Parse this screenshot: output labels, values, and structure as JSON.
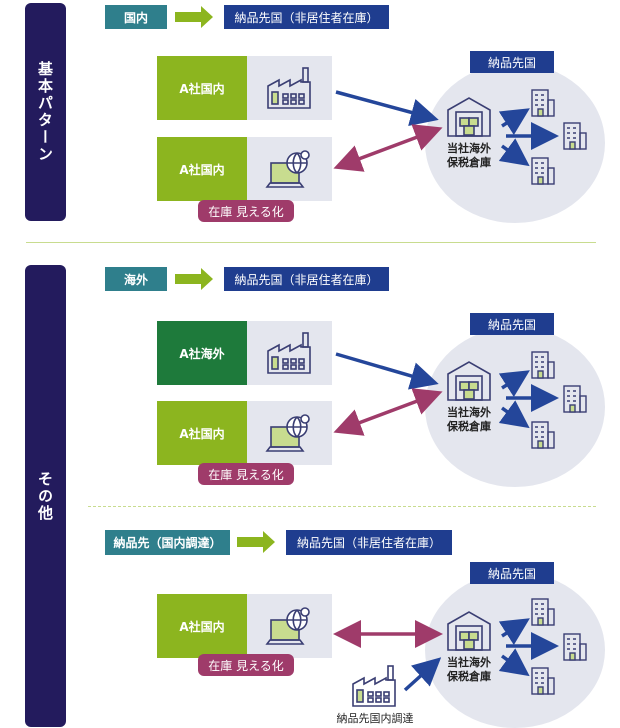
{
  "side_labels": {
    "basic": "基本パターン",
    "other": "その他"
  },
  "section1": {
    "from_label": "国内",
    "to_label": "納品先国（非居住者在庫）",
    "company_top": "A社国内",
    "company_bottom": "A社国内",
    "inventory_label": "在庫 見える化",
    "dest_label": "納品先国",
    "warehouse_label": "当社海外\n保税倉庫"
  },
  "section2": {
    "from_label": "海外",
    "to_label": "納品先国（非居住者在庫）",
    "company_top": "A社海外",
    "company_bottom": "A社国内",
    "inventory_label": "在庫 見える化",
    "dest_label": "納品先国",
    "warehouse_label": "当社海外\n保税倉庫"
  },
  "section3": {
    "from_label": "納品先（国内調達）",
    "to_label": "納品先国（非居住者在庫）",
    "company": "A社国内",
    "inventory_label": "在庫 見える化",
    "dest_label": "納品先国",
    "warehouse_label": "当社海外\n保税倉庫",
    "local_factory_label": "納品先国内調達"
  },
  "colors": {
    "side": "#231b5d",
    "teal": "#2f7f8c",
    "navy": "#1f3d8f",
    "green": "#8cb51f",
    "dark_green": "#1e7a3b",
    "magenta": "#9f3b6a",
    "arrow_blue": "#24469a",
    "arrow_green": "#8cb51f"
  }
}
